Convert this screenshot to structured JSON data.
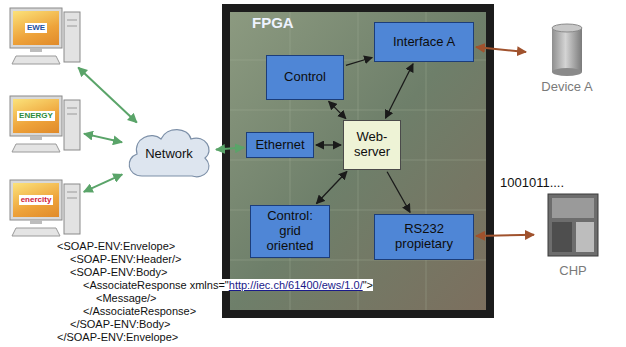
{
  "diagram": {
    "nodes": [
      {
        "text": [
          "EWE"
        ]
      },
      {
        "text": [
          "ENERGY"
        ]
      },
      {
        "text": [
          "enercity"
        ]
      },
      {
        "text": [
          "Network"
        ]
      },
      {
        "text": [
          "FPGA"
        ]
      },
      {
        "text": [
          "Control"
        ],
        "in": 4
      },
      {
        "text": [
          "Interface A"
        ],
        "in": 4
      },
      {
        "text": [
          "Ethernet"
        ],
        "in": 4
      },
      {
        "text": [
          "Web-server"
        ],
        "in": 4
      },
      {
        "text": [
          "Control: grid oriented"
        ],
        "in": 4
      },
      {
        "text": [
          "RS232 propietary"
        ],
        "in": 4
      },
      {
        "text": [
          "Device A"
        ]
      },
      {
        "text": [
          "CHP"
        ]
      }
    ],
    "edges": [
      {
        "from": 0,
        "to": 3,
        "arrow": "both"
      },
      {
        "from": 1,
        "to": 3,
        "arrow": "both"
      },
      {
        "from": 2,
        "to": 3,
        "arrow": "both"
      },
      {
        "from": 3,
        "to": 7,
        "arrow": "both"
      },
      {
        "from": 7,
        "to": 8,
        "arrow": "both"
      },
      {
        "from": 8,
        "to": 5,
        "arrow": "both"
      },
      {
        "from": 5,
        "to": 6,
        "arrow": "to"
      },
      {
        "from": 8,
        "to": 6,
        "arrow": "both"
      },
      {
        "from": 8,
        "to": 9,
        "arrow": "both"
      },
      {
        "from": 8,
        "to": 10,
        "arrow": "to"
      },
      {
        "from": 6,
        "to": 11,
        "arrow": "both"
      },
      {
        "from": 10,
        "to": 12,
        "arrow": "both"
      }
    ],
    "labels": [
      "1001011....",
      "<SOAP-ENV:Envelope>",
      "<SOAP-ENV:Header/>",
      "<SOAP-ENV:Body>",
      "<AssociateResponse xmlns=\"",
      "http://iec.ch/61400/ews/1.0/",
      "\">",
      "<Message/>",
      "</AssociateResponse>",
      "</SOAP-ENV:Body>",
      "</SOAP-ENV:Envelope>"
    ]
  }
}
